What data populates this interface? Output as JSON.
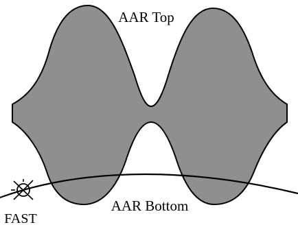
{
  "labels": {
    "top": "AAR Top",
    "bottom": "AAR Bottom",
    "fast": "FAST"
  },
  "colors": {
    "band_fill": "#8f8f8f",
    "stroke": "#000000",
    "background": "#ffffff"
  },
  "icons": {
    "fast_marker": "crossed-circle-icon"
  }
}
